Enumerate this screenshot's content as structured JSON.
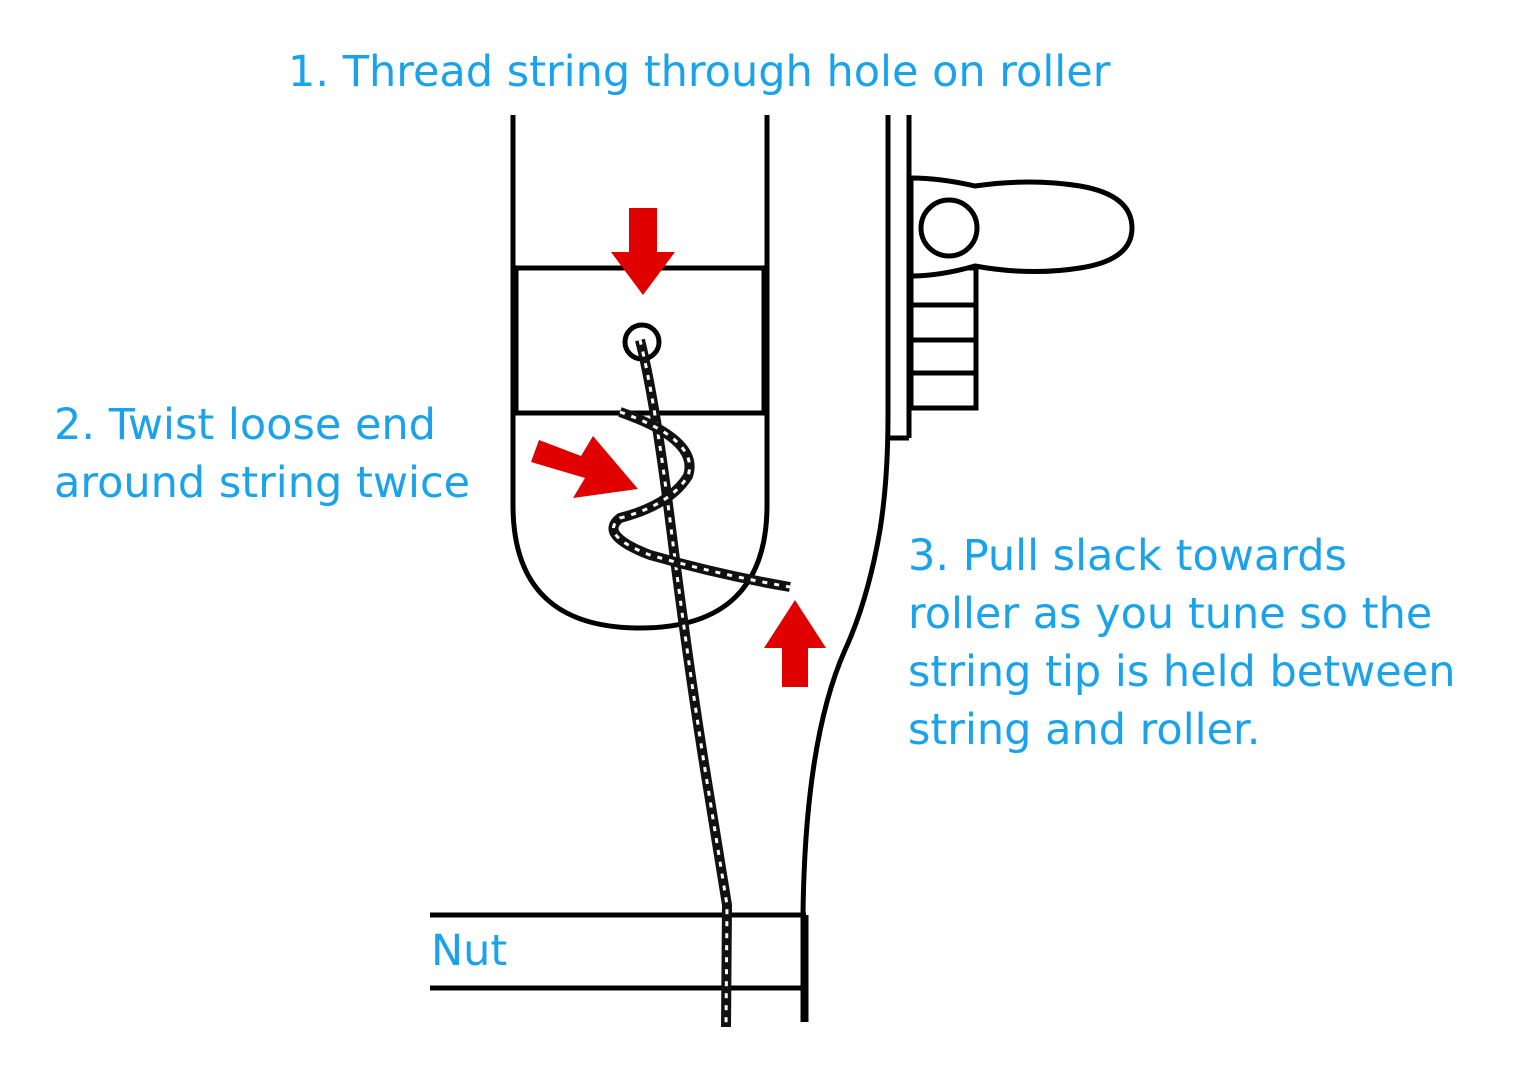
{
  "steps": {
    "step1": "1. Thread string through hole on roller",
    "step2_line1": "2. Twist loose end",
    "step2_line2": "around string twice",
    "step3_line1": "3. Pull slack towards",
    "step3_line2": "roller as you tune so the",
    "step3_line3": "string tip is held between",
    "step3_line4": "string and roller."
  },
  "nut_label": "Nut",
  "colors": {
    "label": "#1aa3ea",
    "arrow": "#e10000",
    "outline": "#000000",
    "string_dark": "#111111",
    "string_light": "#ffffff"
  }
}
